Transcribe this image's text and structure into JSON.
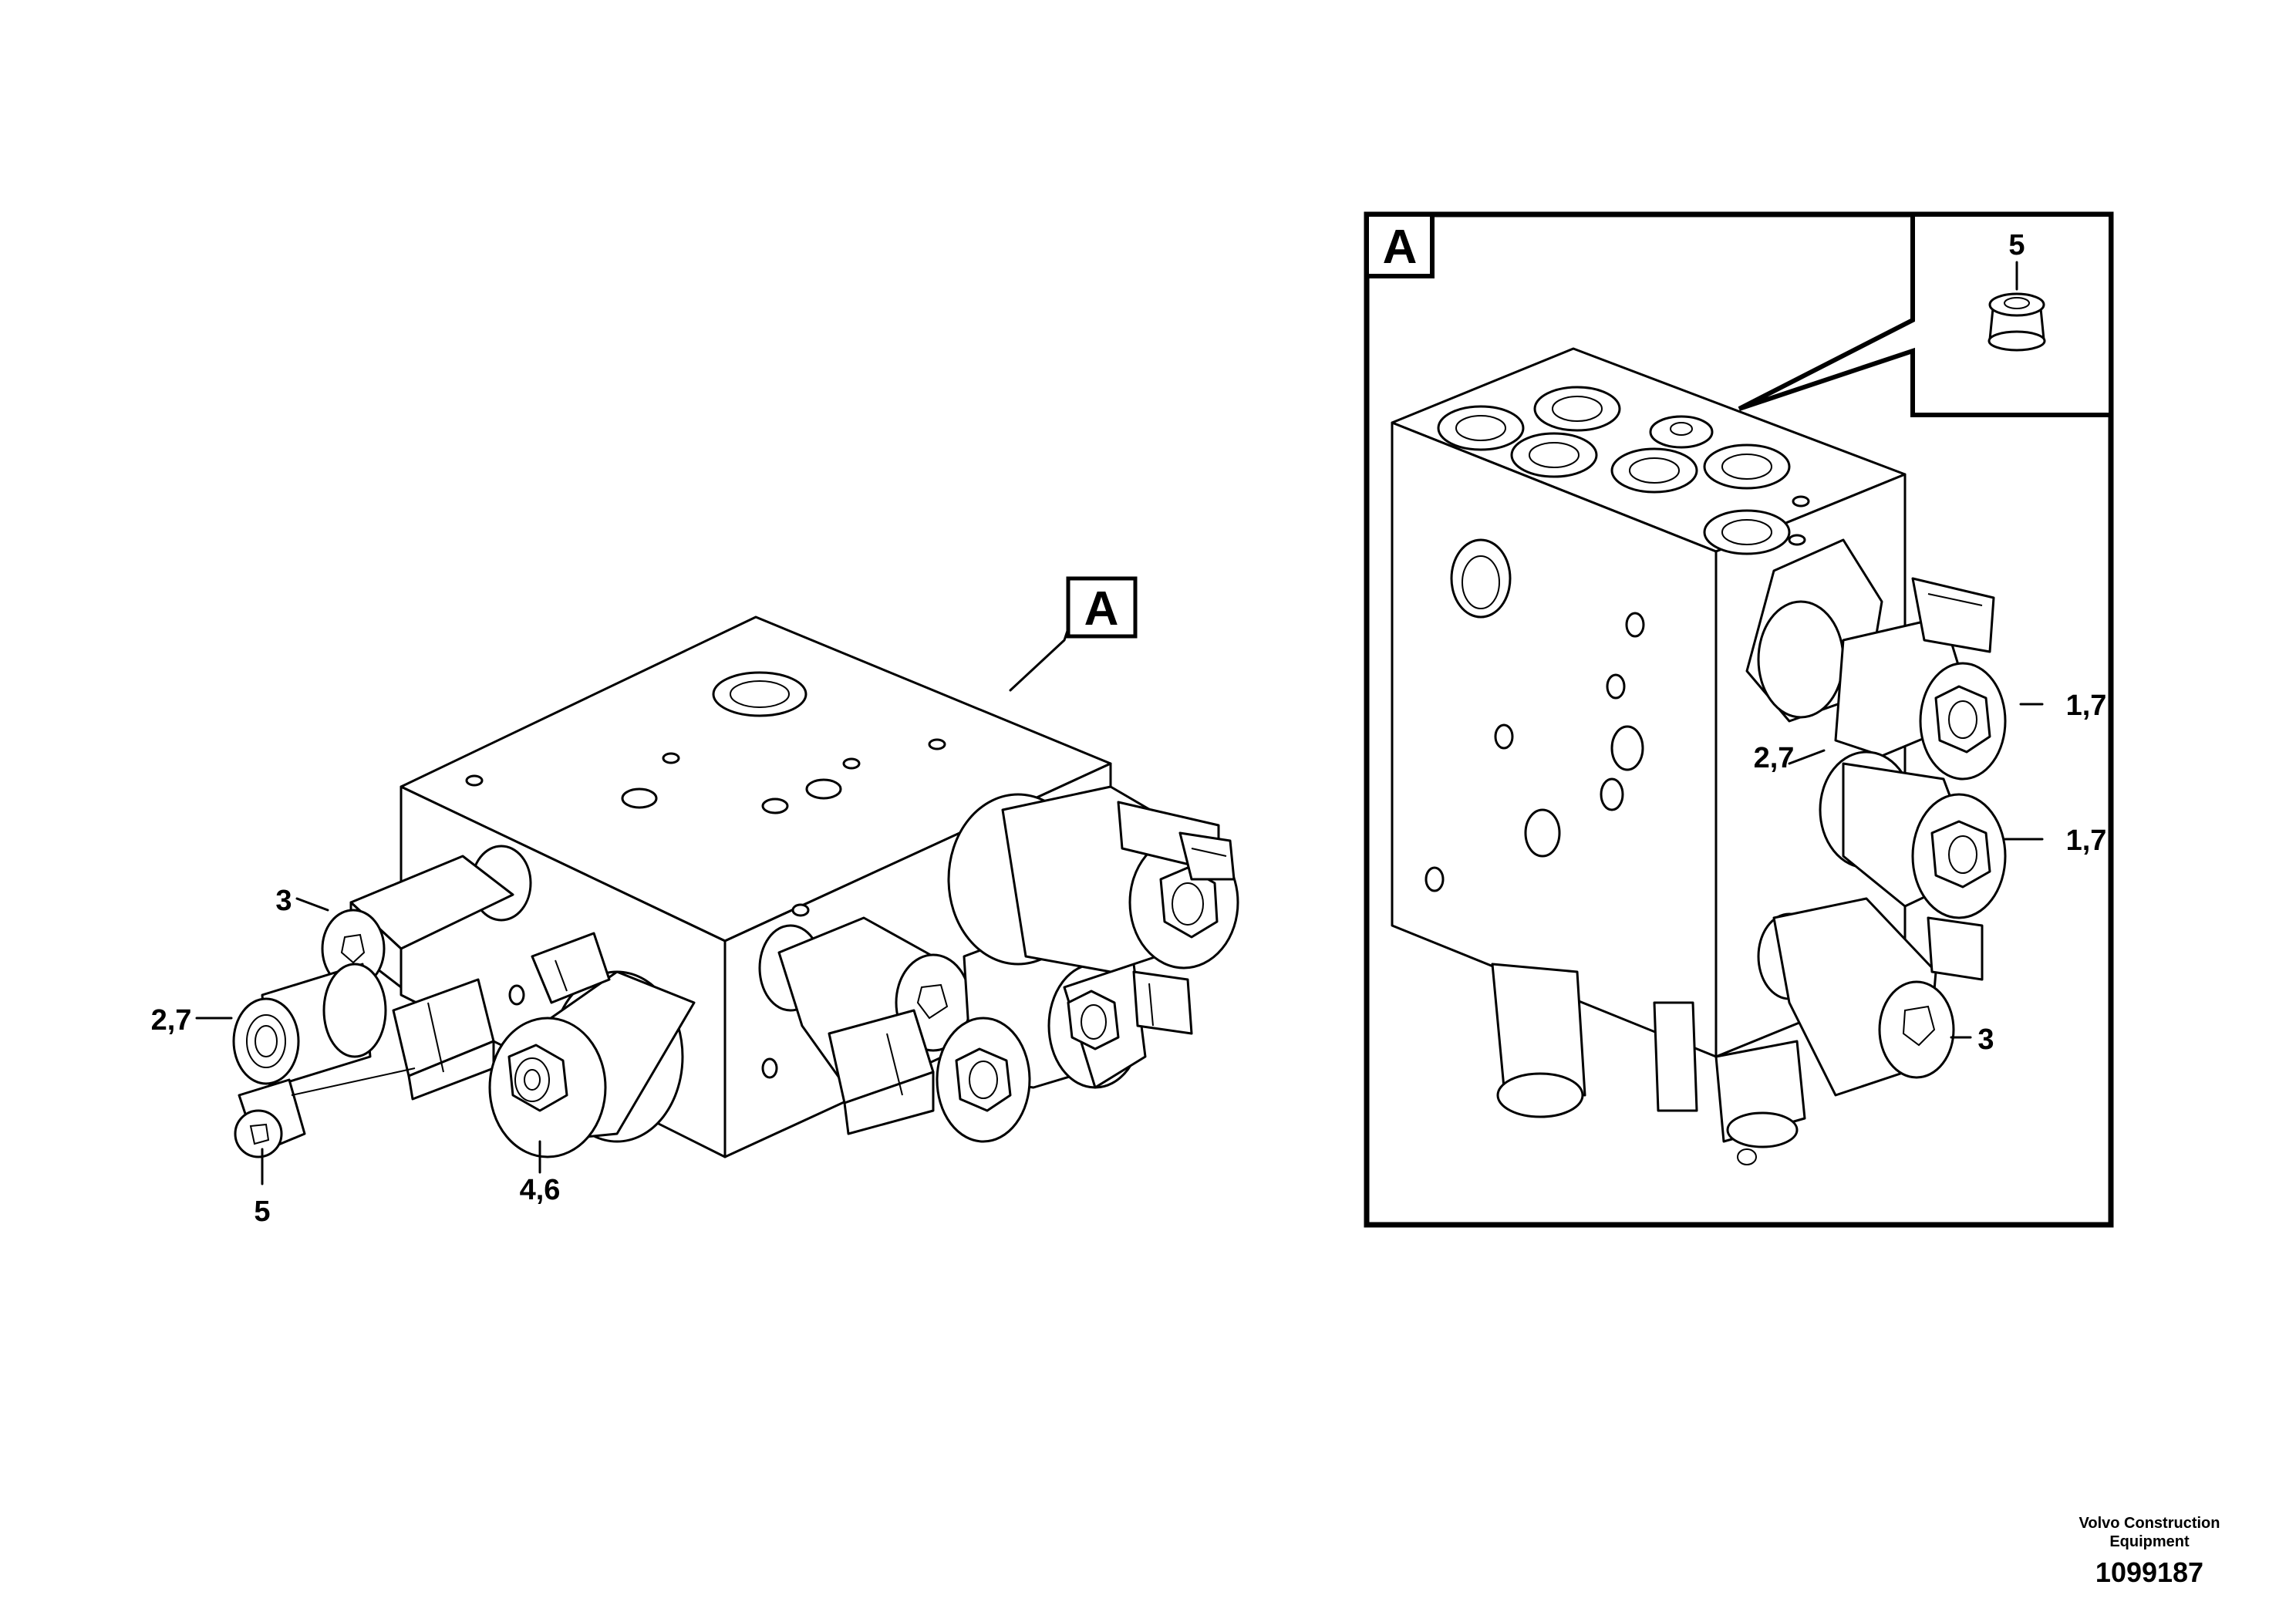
{
  "main_view": {
    "detail_tag": "A",
    "callouts": {
      "c3": "3",
      "c27": "2,7",
      "c5": "5",
      "c46": "4,6"
    }
  },
  "detail_view": {
    "tag": "A",
    "inset_callout": "5",
    "callouts": {
      "c17a": "1,7",
      "c27": "2,7",
      "c17b": "1,7",
      "c3": "3"
    }
  },
  "footer": {
    "brand_line1": "Volvo Construction",
    "brand_line2": "Equipment",
    "document_number": "1099187"
  }
}
